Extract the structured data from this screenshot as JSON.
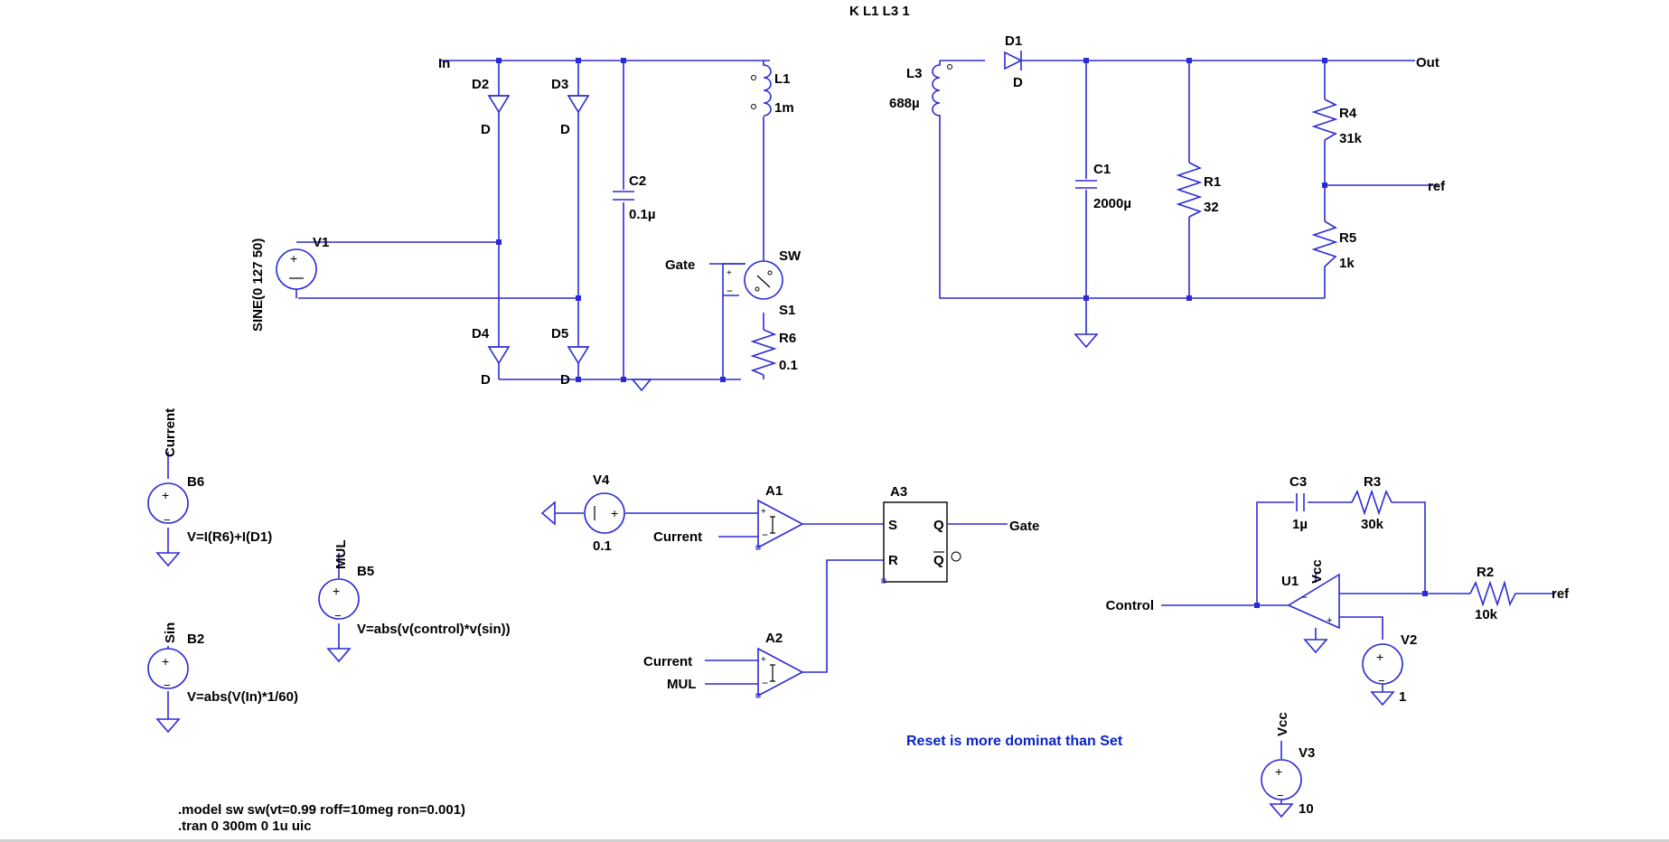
{
  "directive_top": "K L1 L3 1",
  "net_labels": {
    "in": "In",
    "out": "Out",
    "ref1": "ref",
    "ref2": "ref",
    "gate_sw": "Gate",
    "gate_ff": "Gate",
    "current_b6": "Current",
    "current_a1": "Current",
    "current_a2": "Current",
    "mul_b5": "MUL",
    "mul_a2": "MUL",
    "sin_b2": "Sin",
    "control": "Control",
    "vcc_u1": "Vcc",
    "vcc_v3": "Vcc"
  },
  "components": {
    "d2": {
      "ref": "D2",
      "value": "D"
    },
    "d3": {
      "ref": "D3",
      "value": "D"
    },
    "d4": {
      "ref": "D4",
      "value": "D"
    },
    "d5": {
      "ref": "D5",
      "value": "D"
    },
    "d1": {
      "ref": "D1",
      "value": "D"
    },
    "c2": {
      "ref": "C2",
      "value": "0.1µ"
    },
    "l1": {
      "ref": "L1",
      "value": "1m"
    },
    "l3": {
      "ref": "L3",
      "value": "688µ"
    },
    "c1": {
      "ref": "C1",
      "value": "2000µ"
    },
    "r1": {
      "ref": "R1",
      "value": "32"
    },
    "r4": {
      "ref": "R4",
      "value": "31k"
    },
    "r5": {
      "ref": "R5",
      "value": "1k"
    },
    "v1": {
      "ref": "V1",
      "value": "SINE(0 127 50)"
    },
    "sw": {
      "ref": "SW",
      "value": "S1"
    },
    "r6": {
      "ref": "R6",
      "value": "0.1"
    },
    "b6": {
      "ref": "B6",
      "value": "V=I(R6)+I(D1)"
    },
    "b5": {
      "ref": "B5",
      "value": "V=abs(v(control)*v(sin))"
    },
    "b2": {
      "ref": "B2",
      "value": "V=abs(V(In)*1/60)"
    },
    "v4": {
      "ref": "V4",
      "value": "0.1"
    },
    "a1": {
      "ref": "A1"
    },
    "a2": {
      "ref": "A2"
    },
    "a3": {
      "ref": "A3",
      "pin_s": "S",
      "pin_r": "R",
      "pin_q": "Q",
      "pin_qbar": "Q"
    },
    "c3": {
      "ref": "C3",
      "value": "1µ"
    },
    "r3": {
      "ref": "R3",
      "value": "30k"
    },
    "r2": {
      "ref": "R2",
      "value": "10k"
    },
    "u1": {
      "ref": "U1"
    },
    "v2": {
      "ref": "V2",
      "value": "1"
    },
    "v3": {
      "ref": "V3",
      "value": "10"
    }
  },
  "comment": "Reset is more dominat than Set",
  "spice_lines": [
    ".model sw sw(vt=0.99 roff=10meg ron=0.001)",
    ".tran 0 300m 0 1u uic"
  ],
  "colors": {
    "wire": "#2b2bd6",
    "text": "#000000",
    "comment": "#0b24c8",
    "background": "#ffffff"
  }
}
